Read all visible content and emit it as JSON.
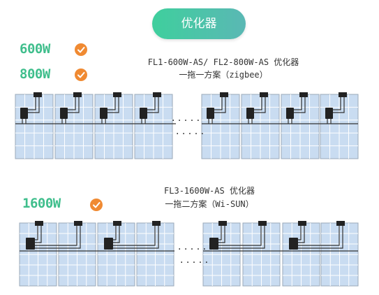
{
  "header": {
    "title": "优化器"
  },
  "top_section": {
    "power_options": [
      {
        "label": "600W",
        "icon": "check-circle-icon"
      },
      {
        "label": "800W",
        "icon": "check-circle-icon"
      }
    ],
    "caption_line1": "FL1-600W-AS/ FL2-800W-AS 优化器",
    "caption_line2": "一拖一方案（zigbee）"
  },
  "bottom_section": {
    "power_options": [
      {
        "label": "1600W",
        "icon": "check-circle-icon"
      }
    ],
    "caption_line1": "FL3-1600W-AS 优化器",
    "caption_line2": "一拖二方案（Wi-SUN）"
  },
  "colors": {
    "accent_green": "#3fbe8c",
    "pill_gradient_start": "#3fcf9d",
    "pill_gradient_end": "#5ab8b4",
    "check_orange": "#f08a32",
    "panel_fill": "#c9dcf1",
    "panel_grid": "#ffffff",
    "optimizer_fill": "#222222"
  }
}
